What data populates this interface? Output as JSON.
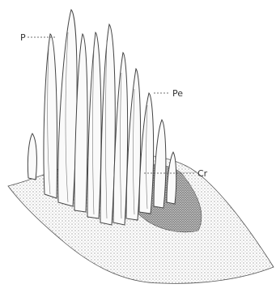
{
  "labels": {
    "p": "P",
    "pe": "Pe",
    "cr": "Cr"
  },
  "colors": {
    "ink": "#333333",
    "shade": "#6a6a6a",
    "paper": "#ffffff"
  }
}
